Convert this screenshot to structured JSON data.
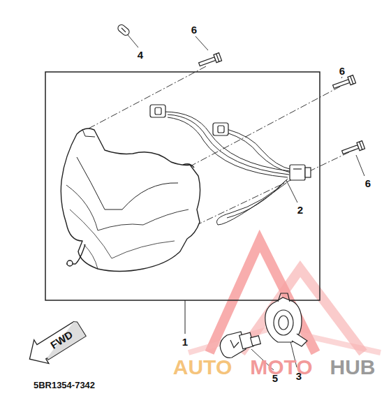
{
  "diagram": {
    "labels": [
      "6",
      "4",
      "6",
      "6",
      "2",
      "1",
      "FWD",
      "3",
      "5",
      "5BR1354-7342",
      "AUTO",
      "MOTO",
      "HUB"
    ]
  }
}
